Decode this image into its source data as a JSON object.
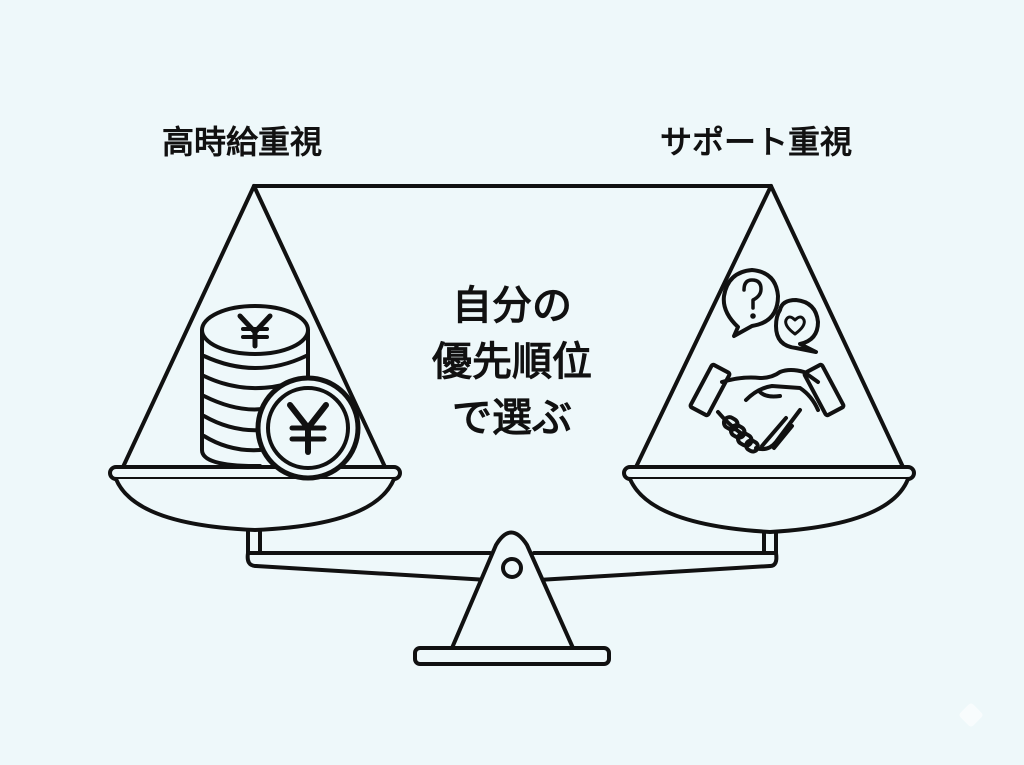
{
  "diagram": {
    "type": "balance-scale-comparison",
    "background_color": "#eef8fa",
    "stroke_color": "#111111",
    "left": {
      "label": "高時給重視",
      "icon": "yen-coin-stack-icon",
      "coin_symbol": "¥"
    },
    "right": {
      "label": "サポート重視",
      "icon": "handshake-with-speech-bubbles-icon",
      "bubble_question": "?",
      "bubble_heart": "heart"
    },
    "center": {
      "lines": [
        "自分の",
        "優先順位",
        "で選ぶ"
      ]
    }
  }
}
